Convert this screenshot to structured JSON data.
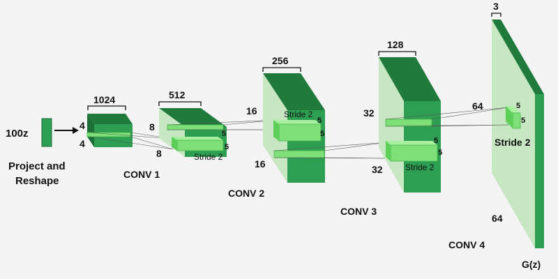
{
  "colors": {
    "background": "#f4f4f4",
    "block_front": "#2e9e52",
    "block_top": "#1f7a3c",
    "block_side": "#1b6e36",
    "pale_front": "#b9dfb5",
    "pale_side": "#a7d3a3",
    "kernel": "#7fe07a",
    "kernel_dark": "#43b847"
  },
  "input": {
    "label": "100z",
    "caption_line1": "Project and",
    "caption_line2": "Reshape"
  },
  "layer1": {
    "width_label": "1024",
    "dim_top": "4",
    "dim_bottom": "4",
    "caption": "CONV 1"
  },
  "layer2": {
    "width_label": "512",
    "dim_top": "8",
    "dim_bottom": "8",
    "kernel_dim_a": "5",
    "kernel_dim_b": "5",
    "stride": "Stride 2",
    "caption": "CONV 2"
  },
  "layer3": {
    "width_label": "256",
    "dim_top": "16",
    "dim_bottom": "16",
    "kernel_dim_a": "5",
    "kernel_dim_b": "5",
    "stride": "Stride 2",
    "caption": "CONV 3"
  },
  "layer4": {
    "width_label": "128",
    "dim_top": "32",
    "dim_bottom": "32",
    "kernel_dim_a": "5",
    "kernel_dim_b": "5",
    "stride": "Stride 2",
    "caption": "CONV 4"
  },
  "output": {
    "width_label": "3",
    "dim_top": "64",
    "dim_bottom": "64",
    "kernel_dim_a": "5",
    "kernel_dim_b": "5",
    "stride": "Stride 2",
    "caption": "G(z)"
  }
}
